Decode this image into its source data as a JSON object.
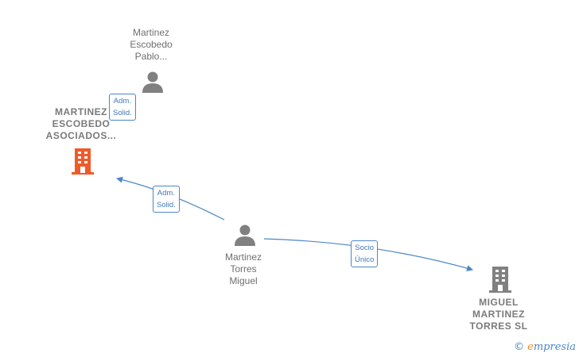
{
  "nodes": {
    "person_top": {
      "label": "Martinez\nEscobedo\nPablo..."
    },
    "company_main": {
      "label": "MARTINEZ\nESCOBEDO\nASOCIADOS..."
    },
    "person_center": {
      "label": "Martinez\nTorres\nMiguel"
    },
    "company_right": {
      "label": "MIGUEL\nMARTINEZ\nTORRES  SL"
    }
  },
  "edges": {
    "e1": {
      "label": "Adm.\nSolid."
    },
    "e2": {
      "label": "Adm.\nSolid."
    },
    "e3": {
      "label": "Socio\nÚnico"
    }
  },
  "colors": {
    "person_icon": "#808080",
    "company_main_icon": "#f05a28",
    "company_icon": "#808080",
    "edge": "#4a86c8"
  },
  "brand": {
    "copyright": "©",
    "name_initial": "e",
    "name_rest": "mpresia"
  }
}
